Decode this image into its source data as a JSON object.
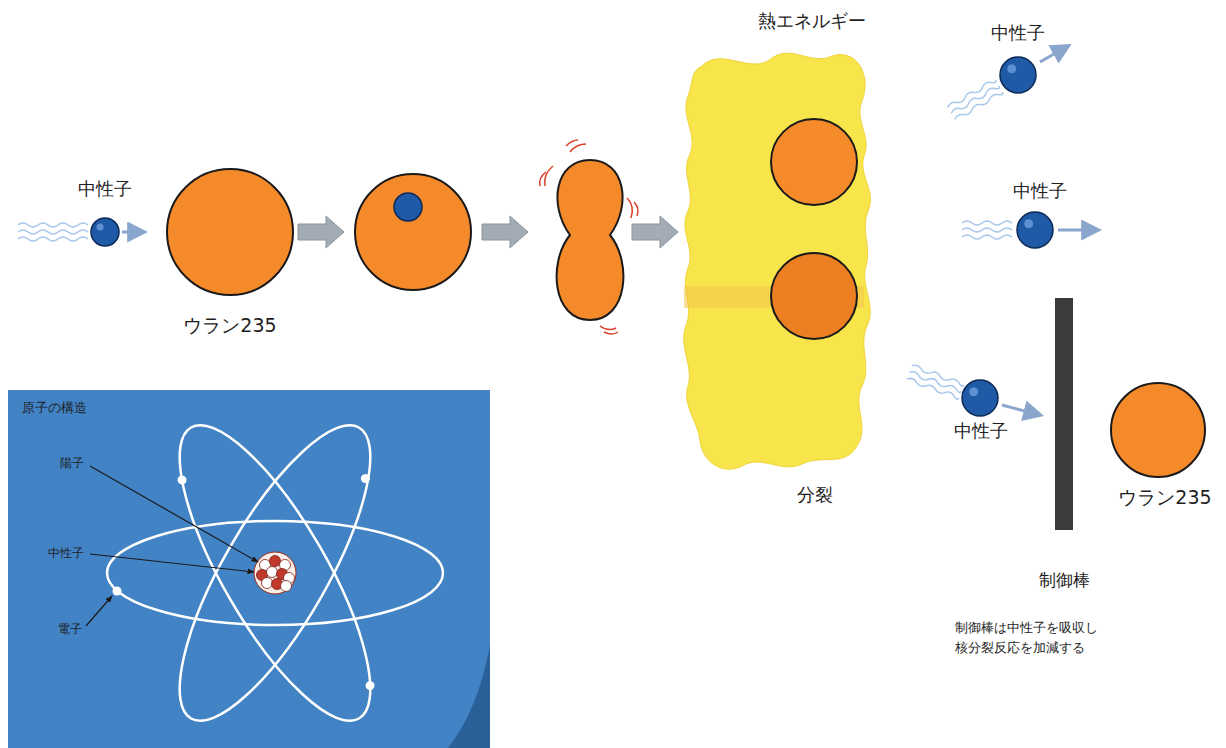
{
  "diagram": {
    "nodes": [
      {
        "text": [
          "中性子"
        ]
      },
      {
        "text": [
          "ウラン235"
        ]
      },
      {
        "text": [
          "熱エネルギー",
          "分裂"
        ]
      },
      {
        "text": [
          "中性子"
        ]
      },
      {
        "text": [
          "中性子"
        ]
      },
      {
        "text": [
          "中性子"
        ]
      },
      {
        "text": [
          "制御棒"
        ]
      },
      {
        "text": [
          "ウラン235"
        ]
      },
      {
        "text": [
          "原子の構造"
        ]
      }
    ],
    "labels": [
      "陽子",
      "中性子",
      "電子",
      "制御棒は中性子を吸収し 核分裂反応を加減する"
    ]
  }
}
